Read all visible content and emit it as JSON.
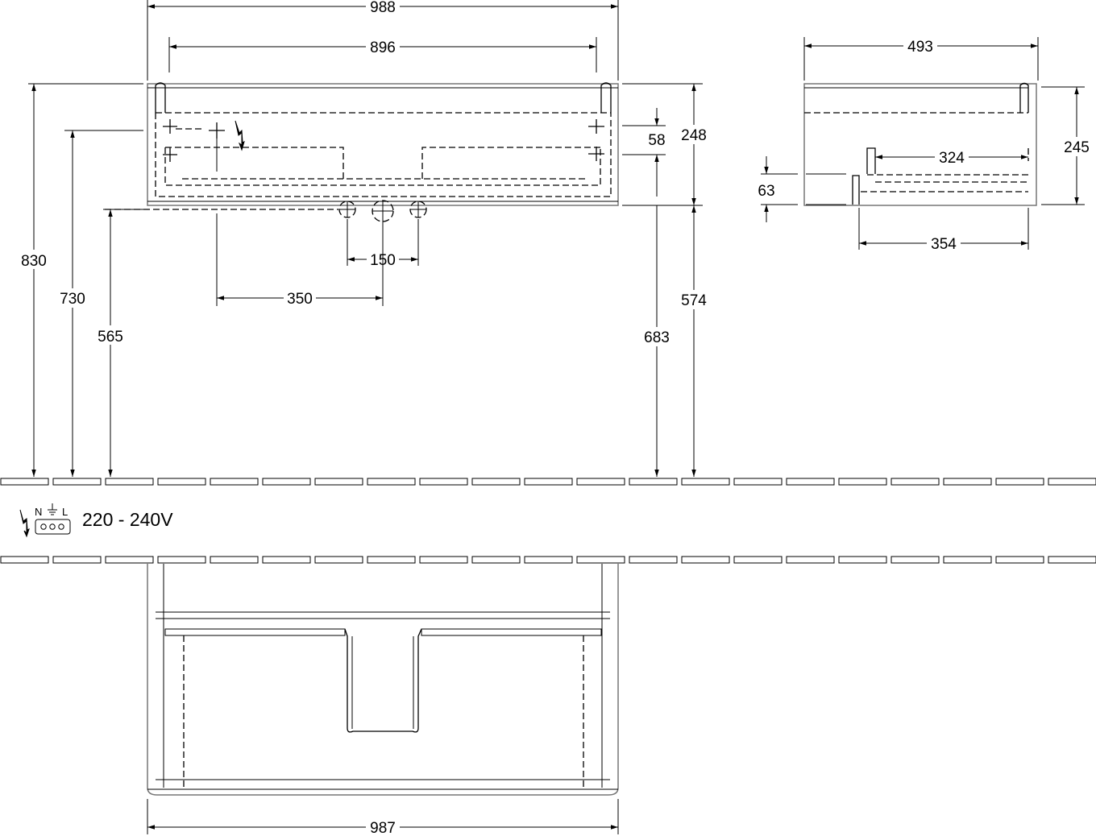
{
  "front_view": {
    "dims": {
      "overall_width": "988",
      "inner_width": "896",
      "total_height": "830",
      "height_730": "730",
      "height_565": "565",
      "depth_248": "248",
      "offset_58": "58",
      "height_574": "574",
      "height_683": "683",
      "spacing_150": "150",
      "offset_350": "350"
    }
  },
  "side_view": {
    "dims": {
      "depth": "493",
      "height": "245",
      "inner_324": "324",
      "offset_63": "63",
      "base_354": "354"
    }
  },
  "electrical": {
    "label_n": "N",
    "label_l": "L",
    "voltage": "220 - 240V",
    "icon": "lightning-bolt-icon"
  },
  "plan_view": {
    "dims": {
      "width": "987"
    }
  },
  "colors": {
    "line": "#000000",
    "outline": "#777777",
    "background": "#ffffff"
  }
}
